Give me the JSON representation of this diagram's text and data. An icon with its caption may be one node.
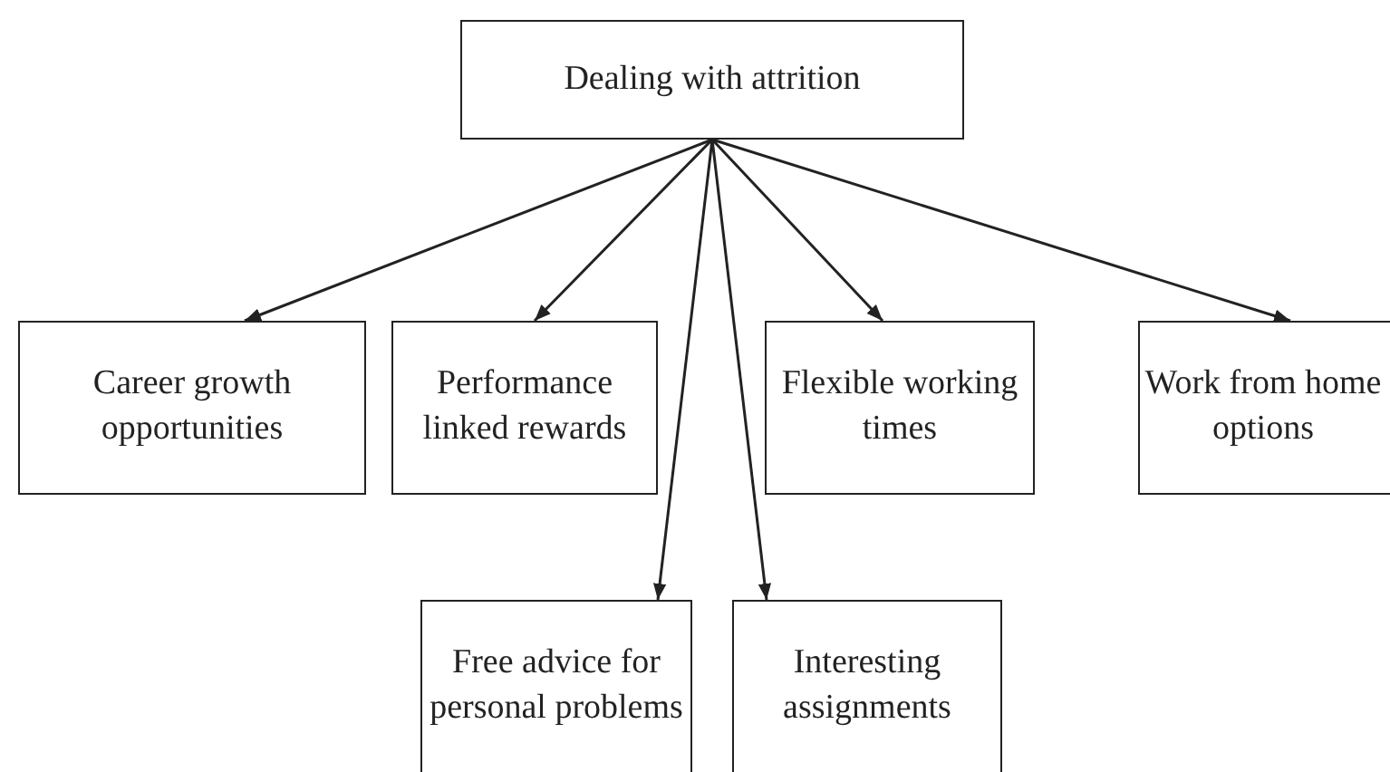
{
  "diagram": {
    "nodes": [
      {
        "text": [
          "Dealing with attrition"
        ]
      },
      {
        "text": [
          "Career growth opportunities"
        ]
      },
      {
        "text": [
          "Performance linked rewards"
        ]
      },
      {
        "text": [
          "Flexible working times"
        ]
      },
      {
        "text": [
          "Work from home options"
        ]
      },
      {
        "text": [
          "Free advice for personal problems"
        ]
      },
      {
        "text": [
          "Interesting assignments"
        ]
      }
    ],
    "edges": [
      {
        "from": 0,
        "to": 1,
        "arrow": "to"
      },
      {
        "from": 0,
        "to": 2,
        "arrow": "to"
      },
      {
        "from": 0,
        "to": 5,
        "arrow": "to"
      },
      {
        "from": 0,
        "to": 6,
        "arrow": "to"
      },
      {
        "from": 0,
        "to": 3,
        "arrow": "to"
      },
      {
        "from": 0,
        "to": 4,
        "arrow": "to"
      }
    ]
  }
}
